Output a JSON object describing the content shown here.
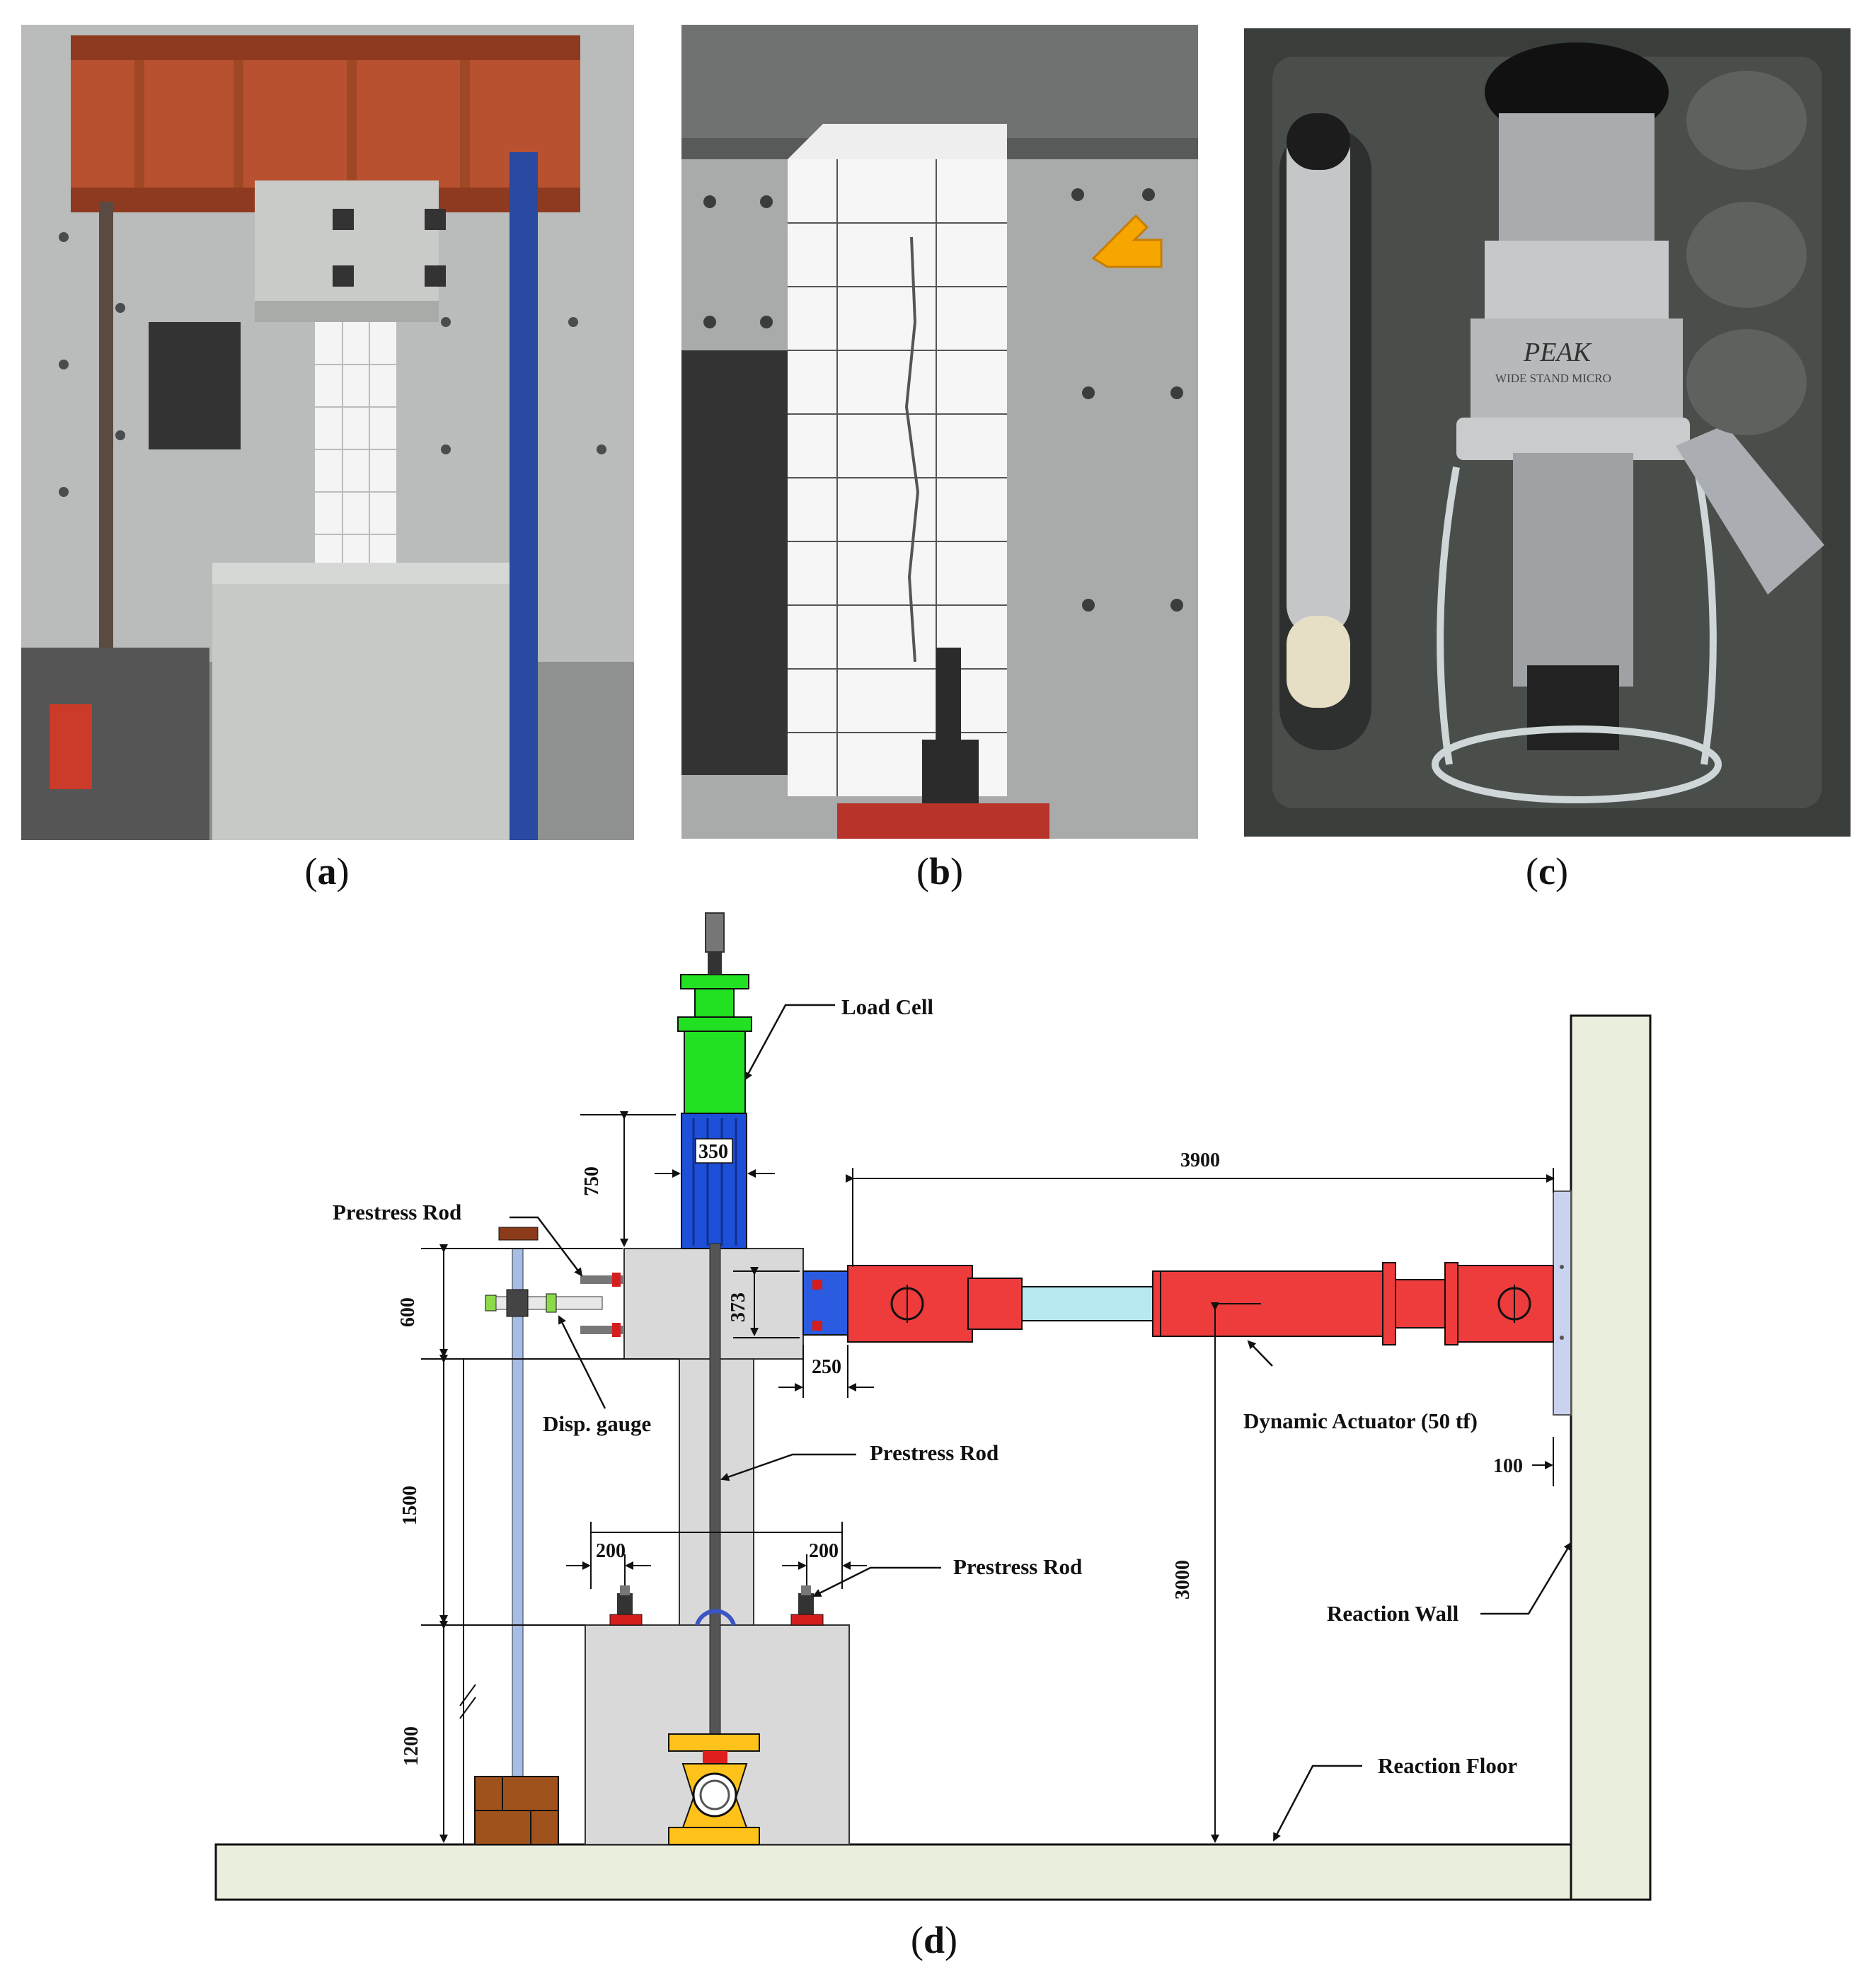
{
  "panels": [
    {
      "id": "a",
      "caption_prefix": "(",
      "caption_letter": "a",
      "caption_suffix": ")"
    },
    {
      "id": "b",
      "caption_prefix": "(",
      "caption_letter": "b",
      "caption_suffix": ")"
    },
    {
      "id": "c",
      "caption_prefix": "(",
      "caption_letter": "c",
      "caption_suffix": ")"
    },
    {
      "id": "d",
      "caption_prefix": "(",
      "caption_letter": "d",
      "caption_suffix": ")"
    }
  ],
  "photo_c": {
    "brand": "PEAK",
    "subtitle": "WIDE STAND MICRO"
  },
  "diagram": {
    "labels": {
      "load_cell": "Load Cell",
      "prestress_rod_top": "Prestress Rod",
      "prestress_rod_mid": "Prestress Rod",
      "prestress_rod_base": "Prestress Rod",
      "disp_gauge": "Disp. gauge",
      "dynamic_actuator": "Dynamic Actuator (50 tf)",
      "reaction_wall": "Reaction Wall",
      "reaction_floor": "Reaction Floor"
    },
    "dimensions": {
      "d3900": "3900",
      "d750": "750",
      "d350": "350",
      "d373": "373",
      "d600": "600",
      "d250": "250",
      "d1500": "1500",
      "d200a": "200",
      "d200b": "200",
      "d100": "100",
      "d3000": "3000",
      "d1200": "1200"
    }
  },
  "colors": {
    "actuator_red": "#ee3b3b",
    "load_cell_green": "#22e022",
    "jack_blue": "#1e4fd8",
    "concrete_gray": "#d9d9d9",
    "wall_beige": "#eaeedd",
    "support_yellow": "#ffc21a",
    "arrow_orange": "#f7a600"
  }
}
